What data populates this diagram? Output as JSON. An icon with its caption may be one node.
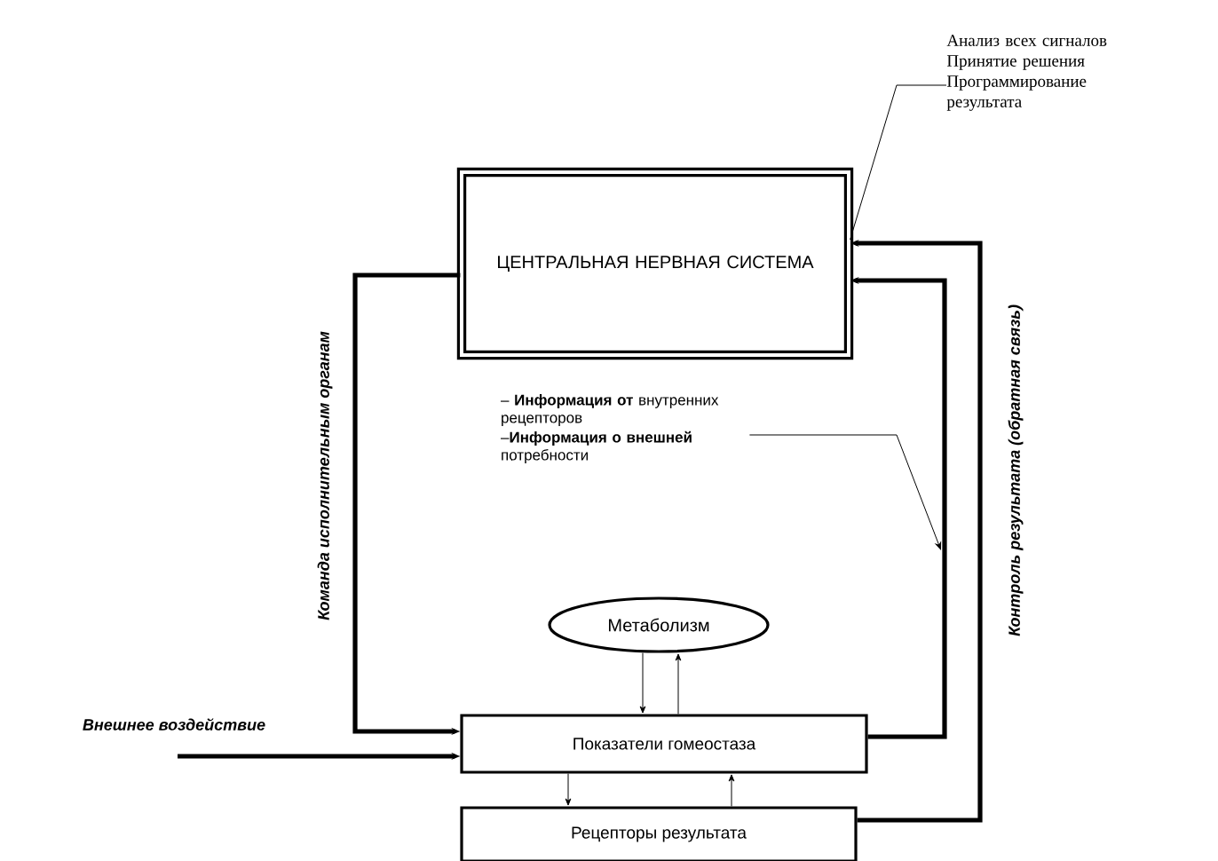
{
  "diagram": {
    "nodes": [
      {
        "text": [
          "Анализ всех сигналов",
          "Принятие решения",
          "Программирование результата"
        ]
      },
      {
        "text": [
          "ЦЕНТРАЛЬНАЯ НЕРВНАЯ СИСТЕМА"
        ]
      },
      {
        "text": [
          "– **Информация от** внутренних рецепторов",
          "–**Информация о внешней** потребности"
        ]
      },
      {
        "text": [
          "Метаболизм"
        ]
      },
      {
        "text": [
          "Показатели гомеостаза"
        ]
      },
      {
        "text": [
          "Рецепторы результата"
        ]
      }
    ],
    "edges": [
      {
        "from": 0,
        "to": 1,
        "arrow": "none"
      },
      {
        "from": 2,
        "to": null,
        "arrow": "to"
      },
      {
        "from": 1,
        "to": 4,
        "arrow": "to",
        "style": "thick",
        "label": "Команда исполнительным органам"
      },
      {
        "from": null,
        "to": 4,
        "arrow": "to",
        "style": "thick",
        "label": "Внешнее воздействие"
      },
      {
        "from": 3,
        "to": 4,
        "arrow": "to"
      },
      {
        "from": 4,
        "to": 3,
        "arrow": "to"
      },
      {
        "from": 4,
        "to": 5,
        "arrow": "to"
      },
      {
        "from": 5,
        "to": 4,
        "arrow": "to"
      },
      {
        "from": 4,
        "to": 1,
        "arrow": "to",
        "style": "thick"
      },
      {
        "from": 5,
        "to": 1,
        "arrow": "to",
        "style": "thick",
        "label": "Контроль результата (обратная связь)"
      }
    ]
  }
}
